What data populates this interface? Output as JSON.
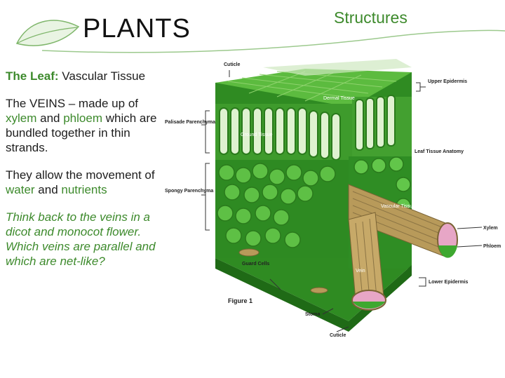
{
  "header": {
    "title": "PLANTS",
    "section": "Structures"
  },
  "content": {
    "heading_bold": "The Leaf:",
    "heading_rest": " Vascular Tissue",
    "p1_a": "The VEINS – made up of ",
    "p1_xylem": "xylem",
    "p1_and": " and ",
    "p1_phloem": "phloem",
    "p1_b": " which are bundled together in thin strands.",
    "p2_a": "They allow the movement of ",
    "p2_water": "water",
    "p2_and": " and ",
    "p2_nutrients": "nutrients",
    "question": "Think back to the veins in a dicot and monocot flower.  Which veins are parallel and which are net-like?"
  },
  "diagram": {
    "labels": {
      "cuticle_top": "Cuticle",
      "upper_epidermis": "Upper Epidermis",
      "dermal_tissue": "Dermal Tissue",
      "palisade": "Palisade Parenchyma",
      "ground_tissue": "Ground Tissue",
      "leaf_tissue_anatomy": "Leaf Tissue Anatomy",
      "spongy": "Spongy Parenchyma",
      "vascular_tissue": "Vascular Tissue",
      "xylem": "Xylem",
      "phloem": "Phloem",
      "guard_cells": "Guard Cells",
      "vein": "Vein",
      "figure": "Figure 1",
      "stoma": "Stoma",
      "lower_epidermis": "Lower Epidermis",
      "cuticle_bottom": "Cuticle"
    }
  },
  "colors": {
    "accent_green": "#3d8a2c",
    "leaf_green": "#3aa52a",
    "vein_tan": "#b89a5a",
    "xylem_pink": "#e7a6c6"
  }
}
